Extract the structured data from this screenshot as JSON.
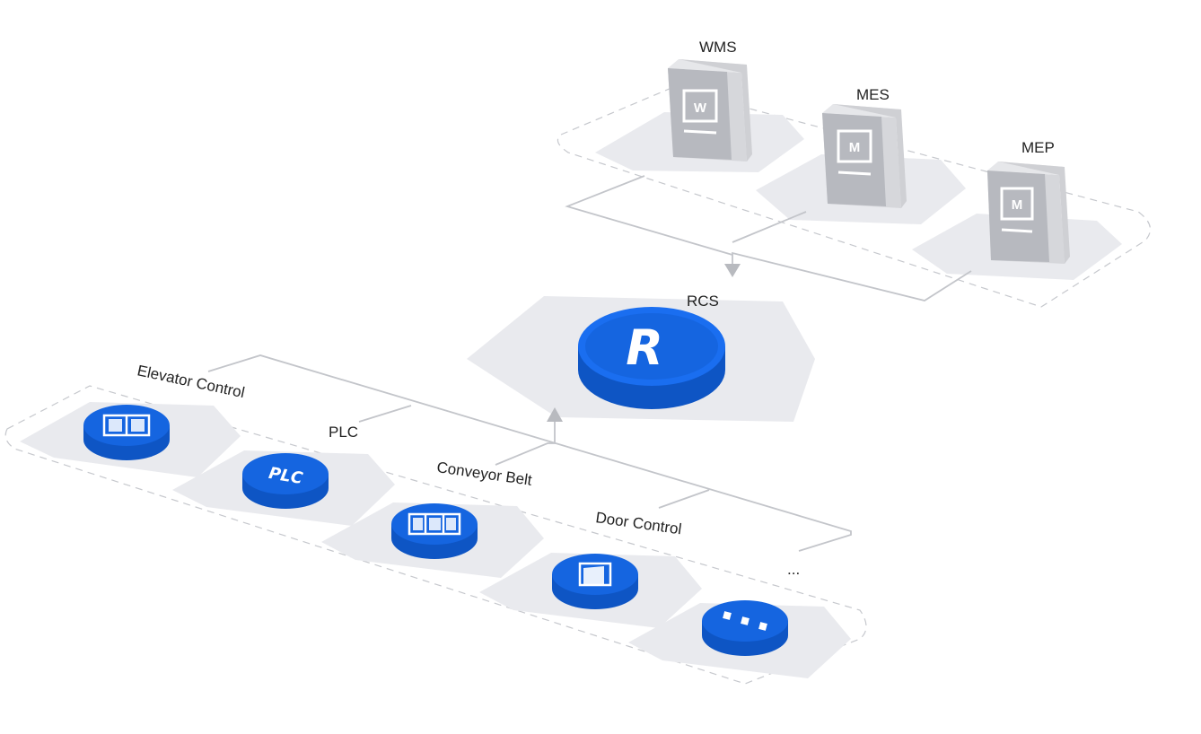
{
  "top_systems": [
    {
      "label": "WMS",
      "glyph": "W",
      "icon": "wms-server-icon"
    },
    {
      "label": "MES",
      "glyph": "M",
      "icon": "mes-server-icon"
    },
    {
      "label": "MEP",
      "glyph": "M",
      "icon": "mep-server-icon"
    }
  ],
  "rcs": {
    "label": "RCS",
    "glyph": "R",
    "icon": "rcs-hub-icon"
  },
  "devices": [
    {
      "label": "Elevator Control",
      "icon": "elevator-icon"
    },
    {
      "label": "PLC",
      "glyph": "PLC",
      "icon": "plc-icon"
    },
    {
      "label": "Conveyor Belt",
      "icon": "conveyor-icon"
    },
    {
      "label": "Door Control",
      "icon": "door-icon"
    },
    {
      "label": "...",
      "icon": "more-icon"
    }
  ],
  "colors": {
    "accent": "#1565e0",
    "accent_dark": "#0b47a8",
    "accent_side": "#0e55c4",
    "platform": "#e9eaee",
    "server_face": "#b7b9bf",
    "server_side": "#d6d7db",
    "server_top": "#e6e7ea",
    "line": "#c3c5ca",
    "text": "#222222"
  }
}
